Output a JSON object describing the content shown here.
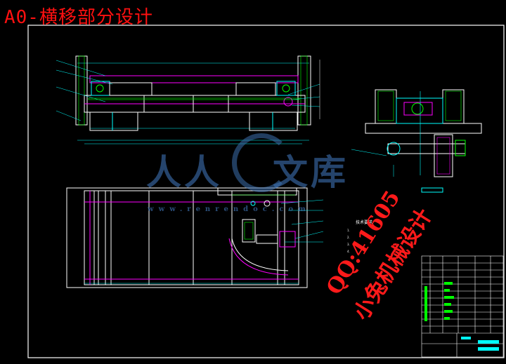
{
  "title": "A0-横移部分设计",
  "watermark": {
    "text_left": "人人",
    "text_right": "文库",
    "url": "www.renrendoc.com"
  },
  "contact_line1": "QQ:41605",
  "contact_line2": "小兔机械设计",
  "colors": {
    "background": "#000000",
    "frame": "#ffffff",
    "line_white": "#ffffff",
    "line_magenta": "#ff00ff",
    "line_cyan": "#00ffff",
    "line_green": "#00ff00",
    "title_red": "#ff1010",
    "watermark_blue": "#3c6fae"
  }
}
